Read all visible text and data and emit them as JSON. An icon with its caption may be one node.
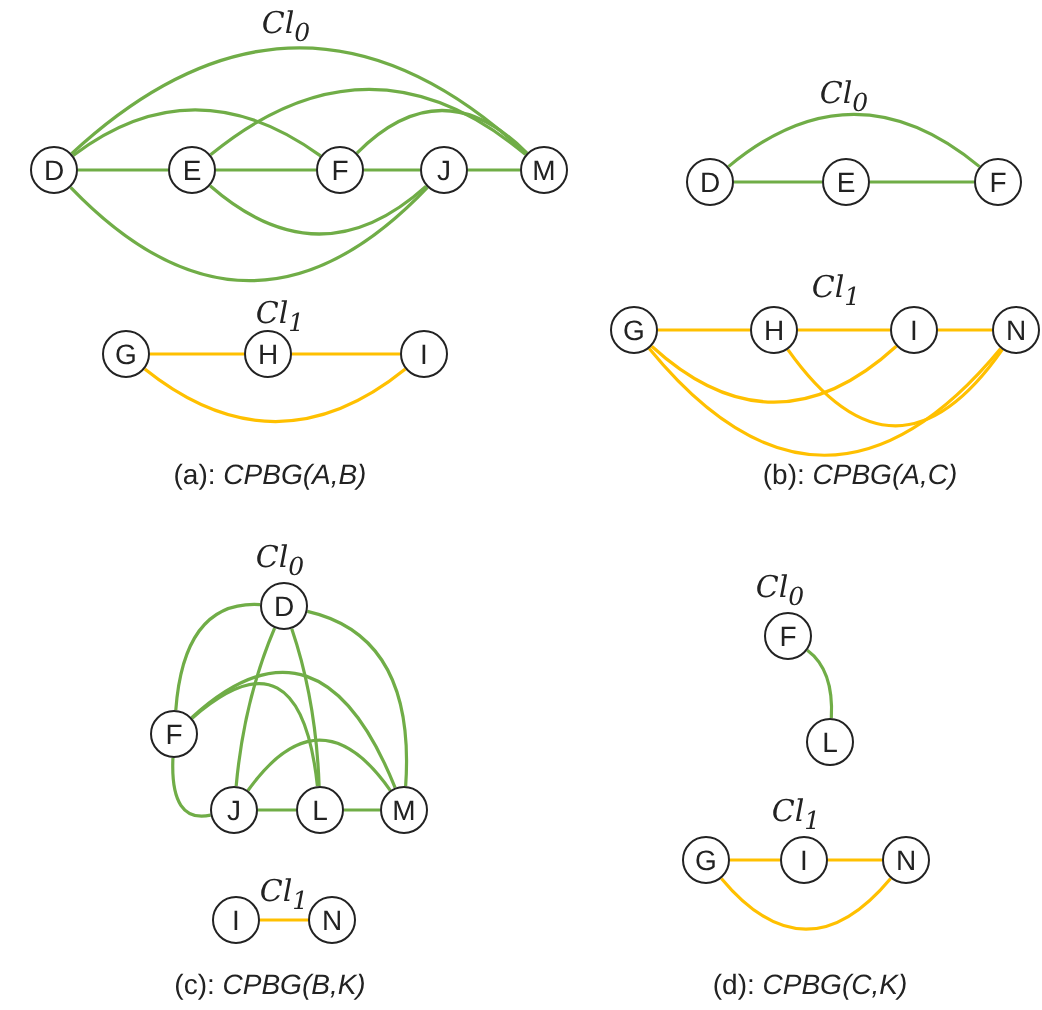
{
  "diagram": {
    "nodes": [
      {
        "text": [
          "D"
        ]
      },
      {
        "text": [
          "E"
        ]
      },
      {
        "text": [
          "F"
        ]
      },
      {
        "text": [
          "J"
        ]
      },
      {
        "text": [
          "M"
        ]
      },
      {
        "text": [
          "G"
        ]
      },
      {
        "text": [
          "H"
        ]
      },
      {
        "text": [
          "I"
        ]
      },
      {
        "text": [
          "D"
        ]
      },
      {
        "text": [
          "E"
        ]
      },
      {
        "text": [
          "F"
        ]
      },
      {
        "text": [
          "G"
        ]
      },
      {
        "text": [
          "H"
        ]
      },
      {
        "text": [
          "I"
        ]
      },
      {
        "text": [
          "N"
        ]
      },
      {
        "text": [
          "D"
        ]
      },
      {
        "text": [
          "F"
        ]
      },
      {
        "text": [
          "J"
        ]
      },
      {
        "text": [
          "L"
        ]
      },
      {
        "text": [
          "M"
        ]
      },
      {
        "text": [
          "I"
        ]
      },
      {
        "text": [
          "N"
        ]
      },
      {
        "text": [
          "F"
        ]
      },
      {
        "text": [
          "L"
        ]
      },
      {
        "text": [
          "G"
        ]
      },
      {
        "text": [
          "I"
        ]
      },
      {
        "text": [
          "N"
        ]
      }
    ],
    "edges": [
      {
        "from": 0,
        "to": 1,
        "arrow": "none"
      },
      {
        "from": 1,
        "to": 2,
        "arrow": "none"
      },
      {
        "from": 2,
        "to": 3,
        "arrow": "none"
      },
      {
        "from": 3,
        "to": 4,
        "arrow": "none"
      },
      {
        "from": 0,
        "to": 4,
        "arrow": "none"
      },
      {
        "from": 0,
        "to": 2,
        "arrow": "none"
      },
      {
        "from": 1,
        "to": 4,
        "arrow": "none"
      },
      {
        "from": 2,
        "to": 4,
        "arrow": "none"
      },
      {
        "from": 0,
        "to": 3,
        "arrow": "none"
      },
      {
        "from": 1,
        "to": 3,
        "arrow": "none"
      },
      {
        "from": 5,
        "to": 6,
        "arrow": "none",
        "color": "#ffc000"
      },
      {
        "from": 6,
        "to": 7,
        "arrow": "none",
        "color": "#ffc000"
      },
      {
        "from": 5,
        "to": 7,
        "arrow": "none",
        "color": "#ffc000"
      },
      {
        "from": 8,
        "to": 9,
        "arrow": "none"
      },
      {
        "from": 9,
        "to": 10,
        "arrow": "none"
      },
      {
        "from": 8,
        "to": 10,
        "arrow": "none"
      },
      {
        "from": 11,
        "to": 12,
        "arrow": "none",
        "color": "#ffc000"
      },
      {
        "from": 12,
        "to": 13,
        "arrow": "none",
        "color": "#ffc000"
      },
      {
        "from": 13,
        "to": 14,
        "arrow": "none",
        "color": "#ffc000"
      },
      {
        "from": 11,
        "to": 13,
        "arrow": "none",
        "color": "#ffc000"
      },
      {
        "from": 12,
        "to": 14,
        "arrow": "none",
        "color": "#ffc000"
      },
      {
        "from": 11,
        "to": 14,
        "arrow": "none",
        "color": "#ffc000"
      },
      {
        "from": 15,
        "to": 16,
        "arrow": "none"
      },
      {
        "from": 15,
        "to": 17,
        "arrow": "none"
      },
      {
        "from": 15,
        "to": 18,
        "arrow": "none"
      },
      {
        "from": 15,
        "to": 19,
        "arrow": "none"
      },
      {
        "from": 16,
        "to": 19,
        "arrow": "none"
      },
      {
        "from": 16,
        "to": 18,
        "arrow": "none"
      },
      {
        "from": 16,
        "to": 17,
        "arrow": "none"
      },
      {
        "from": 17,
        "to": 19,
        "arrow": "none"
      },
      {
        "from": 17,
        "to": 18,
        "arrow": "none"
      },
      {
        "from": 18,
        "to": 19,
        "arrow": "none"
      },
      {
        "from": 20,
        "to": 21,
        "arrow": "none",
        "color": "#ffc000"
      },
      {
        "from": 22,
        "to": 23,
        "arrow": "none"
      },
      {
        "from": 24,
        "to": 25,
        "arrow": "none",
        "color": "#ffc000"
      },
      {
        "from": 25,
        "to": 26,
        "arrow": "none",
        "color": "#ffc000"
      },
      {
        "from": 24,
        "to": 26,
        "arrow": "none",
        "color": "#ffc000"
      }
    ],
    "labels": [
      "Cl$_{0}$",
      "Cl$_{0}$",
      "Cl$_{1}$",
      "Cl$_{1}$",
      "(a): *CPBG(A,B)*",
      "(b): *CPBG(A,C)*",
      "Cl$_{0}$",
      "Cl$_{0}$",
      "Cl$_{1}$",
      "Cl$_{1}$",
      "(c): *CPBG(B,K)*",
      "(d): *CPBG(C,K)*"
    ]
  }
}
